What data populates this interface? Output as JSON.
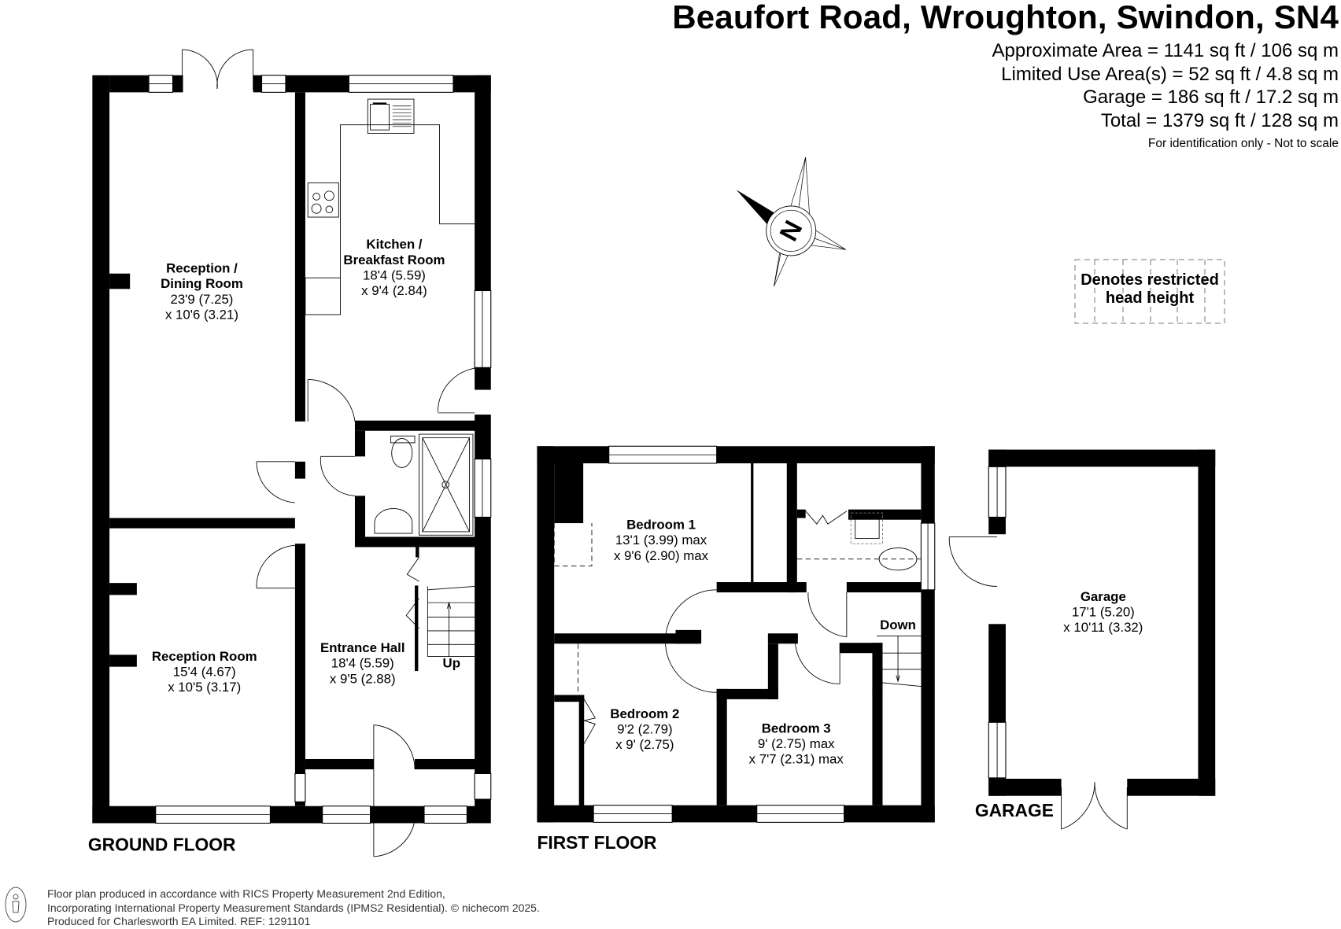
{
  "header": {
    "title": "Beaufort Road, Wroughton, Swindon, SN4",
    "areas": [
      "Approximate Area = 1141 sq ft / 106 sq m",
      "Limited Use Area(s) = 52 sq ft / 4.8 sq m",
      "Garage = 186 sq ft / 17.2 sq m",
      "Total = 1379 sq ft / 128 sq m"
    ],
    "disclaimer": "For identification only - Not to scale"
  },
  "legend": {
    "line1": "Denotes restricted",
    "line2": "head height",
    "border_style": "dashed"
  },
  "compass": {
    "label": "N",
    "icon": "compass-rose-icon"
  },
  "floors": {
    "ground": {
      "label": "GROUND FLOOR",
      "rooms": [
        {
          "name_line1": "Reception /",
          "name_line2": "Dining Room",
          "dim1": "23'9 (7.25)",
          "dim2": "x 10'6 (3.21)"
        },
        {
          "name_line1": "Kitchen /",
          "name_line2": "Breakfast Room",
          "dim1": "18'4 (5.59)",
          "dim2": "x 9'4 (2.84)"
        },
        {
          "name_line1": "Reception Room",
          "dim1": "15'4 (4.67)",
          "dim2": "x 10'5 (3.17)"
        },
        {
          "name_line1": "Entrance Hall",
          "dim1": "18'4 (5.59)",
          "dim2": "x 9'5 (2.88)"
        }
      ],
      "stairs_label": "Up"
    },
    "first": {
      "label": "FIRST FLOOR",
      "rooms": [
        {
          "name_line1": "Bedroom 1",
          "dim1": "13'1 (3.99) max",
          "dim2": "x 9'6 (2.90) max"
        },
        {
          "name_line1": "Bedroom 2",
          "dim1": "9'2 (2.79)",
          "dim2": "x 9' (2.75)"
        },
        {
          "name_line1": "Bedroom 3",
          "dim1": "9' (2.75) max",
          "dim2": "x 7'7 (2.31) max"
        }
      ],
      "stairs_label": "Down"
    },
    "garage": {
      "label": "GARAGE",
      "rooms": [
        {
          "name_line1": "Garage",
          "dim1": "17'1 (5.20)",
          "dim2": "x 10'11 (3.32)"
        }
      ]
    }
  },
  "footer": {
    "lines": [
      "Floor plan produced in accordance with RICS Property Measurement 2nd Edition,",
      "Incorporating International Property Measurement Standards (IPMS2 Residential).   © nichecom 2025.",
      "Produced for Charlesworth EA Limited.   REF: 1291101"
    ],
    "icon": "rics-person-icon"
  },
  "colors": {
    "wall": "#000000",
    "background": "#ffffff",
    "footer_text": "#333333"
  }
}
